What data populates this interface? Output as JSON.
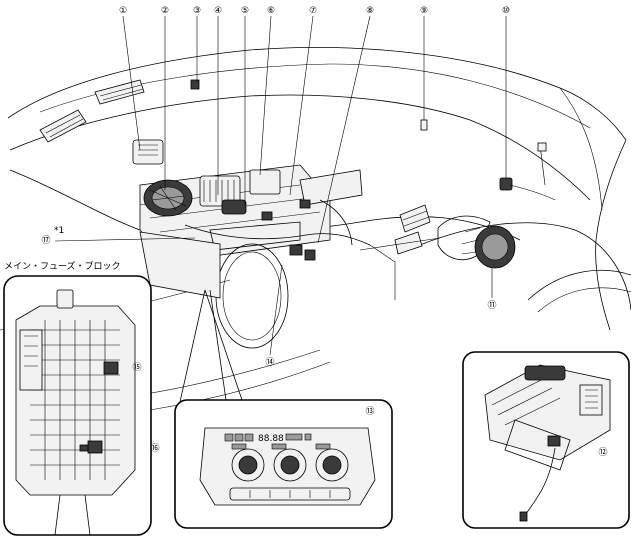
{
  "callouts": {
    "c1": "①",
    "c2": "②",
    "c3": "③",
    "c4": "④",
    "c5": "⑤",
    "c6": "⑥",
    "c7": "⑦",
    "c8": "⑧",
    "c9": "⑨",
    "c10": "⑩",
    "c11": "⑪",
    "c12": "⑫",
    "c13": "⑬",
    "c14": "⑭",
    "c15": "⑮",
    "c16": "⑯",
    "c17": "⑰"
  },
  "note_marker": "*1",
  "fuse_block_label": "メイン・フューズ・ブロック",
  "panel_display": "88.88"
}
